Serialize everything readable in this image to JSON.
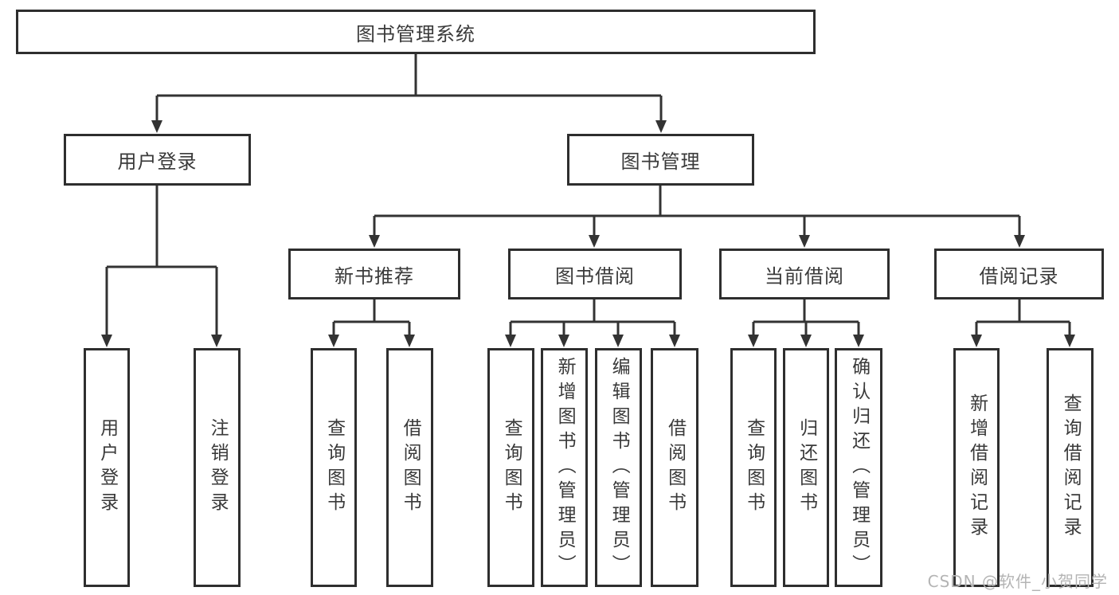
{
  "diagram": {
    "root": {
      "label": "图书管理系统"
    },
    "level2": [
      {
        "label": "用户登录"
      },
      {
        "label": "图书管理"
      }
    ],
    "level3": [
      {
        "label": "新书推荐"
      },
      {
        "label": "图书借阅"
      },
      {
        "label": "当前借阅"
      },
      {
        "label": "借阅记录"
      }
    ],
    "leaves": {
      "user": [
        {
          "label": "用户登录"
        },
        {
          "label": "注销登录"
        }
      ],
      "newbook": [
        {
          "label": "查询图书"
        },
        {
          "label": "借阅图书"
        }
      ],
      "borrow": [
        {
          "label": "查询图书"
        },
        {
          "label": "新增图书（管理员）"
        },
        {
          "label": "编辑图书（管理员）"
        },
        {
          "label": "借阅图书"
        }
      ],
      "current": [
        {
          "label": "查询图书"
        },
        {
          "label": "归还图书"
        },
        {
          "label": "确认归还（管理员）"
        }
      ],
      "records": [
        {
          "label": "新增借阅记录"
        },
        {
          "label": "查询借阅记录"
        }
      ]
    }
  },
  "watermark": {
    "text": "CSDN @软件_小贺同学"
  },
  "colors": {
    "background": "#ffffff",
    "box_border": "#2e2e2e",
    "line": "#333333",
    "text": "#3a3a3a",
    "watermark": "#b4b4b4"
  }
}
